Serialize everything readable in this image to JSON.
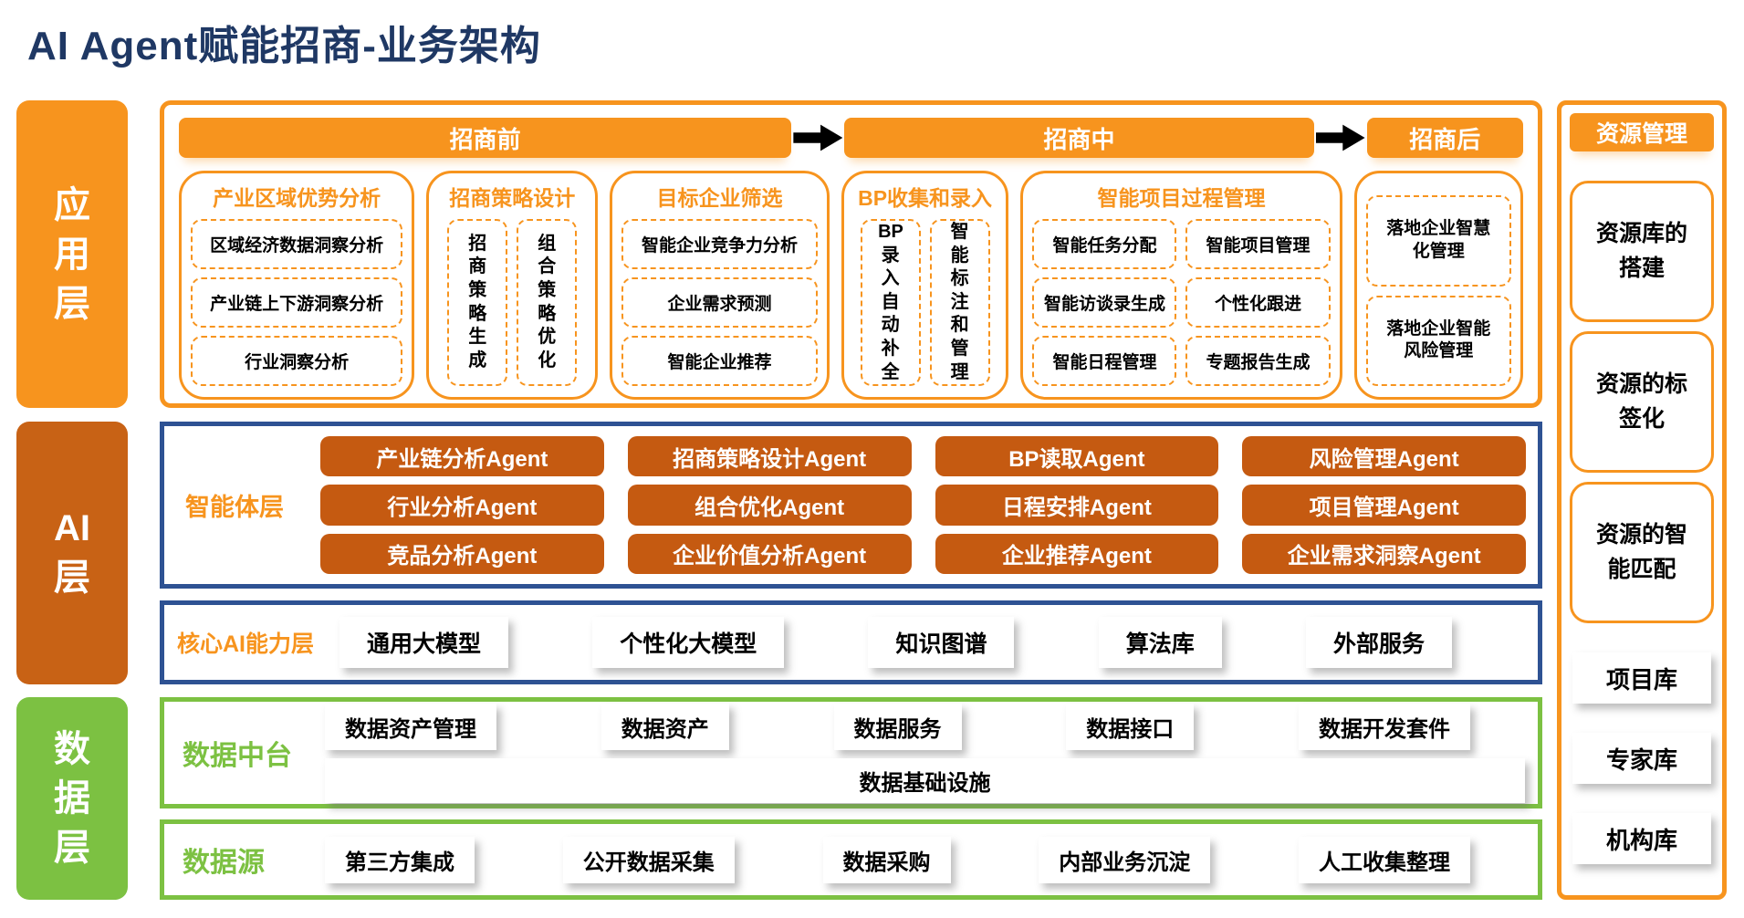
{
  "title": "AI Agent赋能招商-业务架构",
  "colors": {
    "accent_orange": "#F7941E",
    "agent_orange": "#C55A11",
    "ai_rail_orange": "#C86215",
    "blue_border": "#2E5293",
    "green": "#7CC142",
    "title_navy": "#1F3864",
    "arrow_black": "#000000"
  },
  "rails": {
    "app": "应用层",
    "ai": "AI层",
    "data": "数据层"
  },
  "pipeline": {
    "pre": "招商前",
    "mid": "招商中",
    "post": "招商后"
  },
  "app_columns": [
    {
      "title": "产业区域优势分析",
      "items": [
        "区域经济数据洞察分析",
        "产业链上下游洞察分析",
        "行业洞察分析"
      ]
    },
    {
      "title": "招商策略设计",
      "items": [
        "招商策略生成",
        "组合策略优化"
      ]
    },
    {
      "title": "目标企业筛选",
      "items": [
        "智能企业竞争力分析",
        "企业需求预测",
        "智能企业推荐"
      ]
    },
    {
      "title": "BP收集和录入",
      "items": [
        "BP录入自动补全",
        "智能标注和管理"
      ]
    },
    {
      "title": "智能项目过程管理",
      "items": [
        "智能任务分配",
        "智能项目管理",
        "智能访谈录生成",
        "个性化跟进",
        "智能日程管理",
        "专题报告生成"
      ]
    },
    {
      "title": "",
      "items": [
        "落地企业智慧化管理",
        "落地企业智能风险管理"
      ]
    }
  ],
  "agent_layer": {
    "label": "智能体层",
    "agents": [
      [
        "产业链分析Agent",
        "招商策略设计Agent",
        "BP读取Agent",
        "风险管理Agent"
      ],
      [
        "行业分析Agent",
        "组合优化Agent",
        "日程安排Agent",
        "项目管理Agent"
      ],
      [
        "竞品分析Agent",
        "企业价值分析Agent",
        "企业推荐Agent",
        "企业需求洞察Agent"
      ]
    ]
  },
  "core_ai_layer": {
    "label": "核心AI能力层",
    "items": [
      "通用大模型",
      "个性化大模型",
      "知识图谱",
      "算法库",
      "外部服务"
    ]
  },
  "data_platform": {
    "label": "数据中台",
    "items": [
      "数据资产管理",
      "数据资产",
      "数据服务",
      "数据接口",
      "数据开发套件"
    ],
    "foundation": "数据基础设施"
  },
  "data_source": {
    "label": "数据源",
    "items": [
      "第三方集成",
      "公开数据采集",
      "数据采购",
      "内部业务沉淀",
      "人工收集整理"
    ]
  },
  "resource_panel": {
    "title": "资源管理",
    "functions": [
      "资源库的搭建",
      "资源的标签化",
      "资源的智能匹配"
    ],
    "libraries": [
      "项目库",
      "专家库",
      "机构库"
    ]
  }
}
